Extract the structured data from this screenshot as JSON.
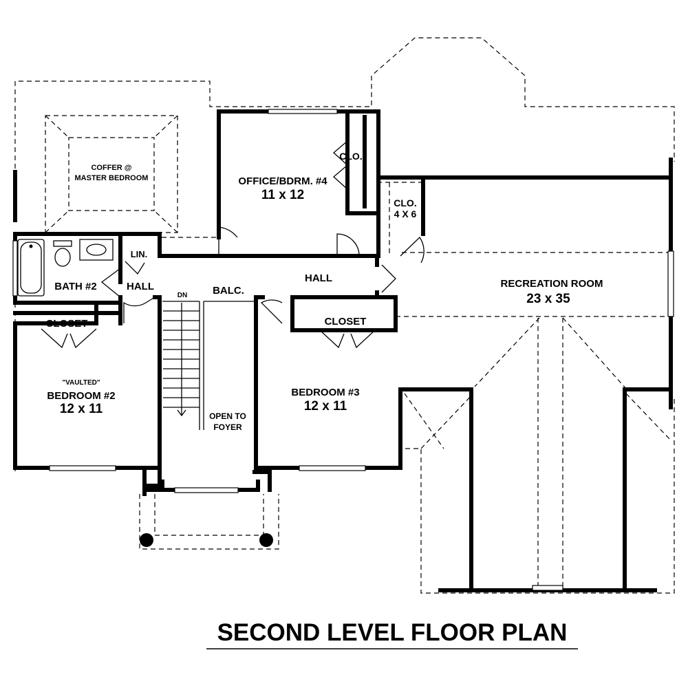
{
  "plan": {
    "title": "SECOND LEVEL FLOOR PLAN",
    "rooms": {
      "coffer_line1": "COFFER @",
      "coffer_line2": "MASTER BEDROOM",
      "office_name": "OFFICE/BDRM. #4",
      "office_size": "11 x 12",
      "clo_office": "CLO.",
      "clo_small_line1": "CLO.",
      "clo_small_line2": "4 X 6",
      "lin": "LIN.",
      "bath": "BATH #2",
      "hall_left": "HALL",
      "hall_main": "HALL",
      "dn": "DN",
      "balc": "BALC.",
      "rec_name": "RECREATION ROOM",
      "rec_size": "23 x 35",
      "closet_left": "CLOSET",
      "closet_right": "CLOSET",
      "vaulted": "\"VAULTED\"",
      "bed2_name": "BEDROOM #2",
      "bed2_size": "12 x 11",
      "bed3_name": "BEDROOM #3",
      "bed3_size": "12 x 11",
      "open_line1": "OPEN TO",
      "open_line2": "FOYER"
    }
  }
}
